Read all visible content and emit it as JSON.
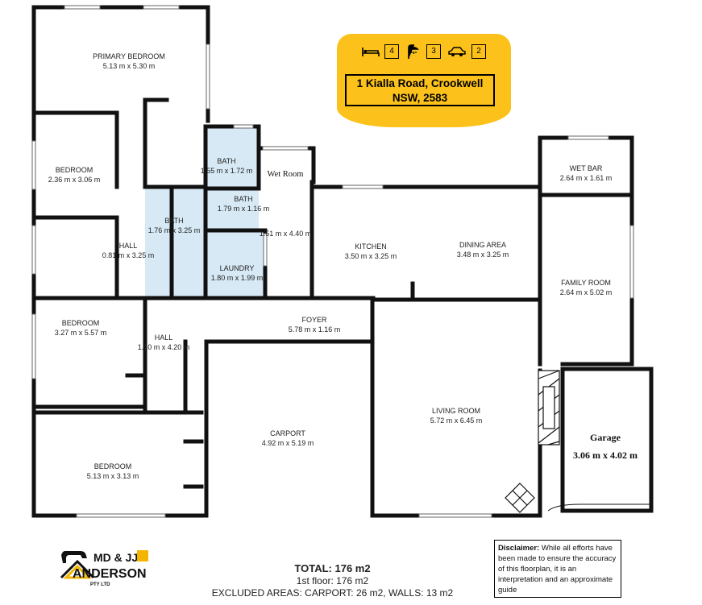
{
  "listing": {
    "bedrooms": "4",
    "bathrooms": "3",
    "car_spaces": "2",
    "address_line1": "1 Kialla Road, Crookwell",
    "address_line2": "NSW, 2583",
    "banner_color": "#fcc21b"
  },
  "rooms": {
    "primary_bedroom": {
      "name": "PRIMARY BEDROOM",
      "size": "5.13 m x 5.30 m"
    },
    "bedroom_2": {
      "name": "BEDROOM",
      "size": "2.36 m x 3.06 m"
    },
    "bath_1": {
      "name": "BATH",
      "size": "1.55 m x 1.72 m"
    },
    "bath_2": {
      "name": "BATH",
      "size": "1.79 m x 1.16 m"
    },
    "bath_3": {
      "name": "BATH",
      "size": "1.76 m x 3.25 m"
    },
    "hall_1": {
      "name": "HALL",
      "size": "0.81 m x 3.25 m"
    },
    "wet_room": {
      "name": "Wet Room",
      "size": "1.51 m x 4.40 m"
    },
    "laundry": {
      "name": "LAUNDRY",
      "size": "1.80 m x 1.99 m"
    },
    "kitchen": {
      "name": "KITCHEN",
      "size": "3.50 m x 3.25 m"
    },
    "dining": {
      "name": "DINING AREA",
      "size": "3.48 m x 3.25 m"
    },
    "wet_bar": {
      "name": "WET BAR",
      "size": "2.64 m x 1.61 m"
    },
    "family_room": {
      "name": "FAMILY ROOM",
      "size": "2.64 m x 5.02 m"
    },
    "bedroom_3": {
      "name": "BEDROOM",
      "size": "3.27 m x 5.57 m"
    },
    "hall_2": {
      "name": "HALL",
      "size": "1.10 m x 4.20 m"
    },
    "foyer": {
      "name": "FOYER",
      "size": "5.78 m x 1.16 m"
    },
    "carport": {
      "name": "CARPORT",
      "size": "4.92 m x 5.19 m"
    },
    "living_room": {
      "name": "LIVING ROOM",
      "size": "5.72 m x 6.45 m"
    },
    "bedroom_4": {
      "name": "BEDROOM",
      "size": "5.13 m x 3.13 m"
    },
    "garage": {
      "name": "Garage",
      "size": "3.06 m x 4.02 m"
    }
  },
  "colors": {
    "wet_area_fill": "#d6e9f5",
    "wall": "#111111"
  },
  "logo": {
    "line1": "MD & JJ",
    "line2": "ANDERSON",
    "line3": "PTY LTD"
  },
  "totals": {
    "total": "TOTAL: 176 m2",
    "first_floor": "1st floor: 176 m2",
    "excluded": "EXCLUDED AREAS: CARPORT: 26 m2, WALLS: 13 m2"
  },
  "disclaimer": {
    "label": "Disclaimer:",
    "text": "While all efforts have been made to ensure the accuracy of this floorplan, it is an interpretation and an approximate guide"
  }
}
